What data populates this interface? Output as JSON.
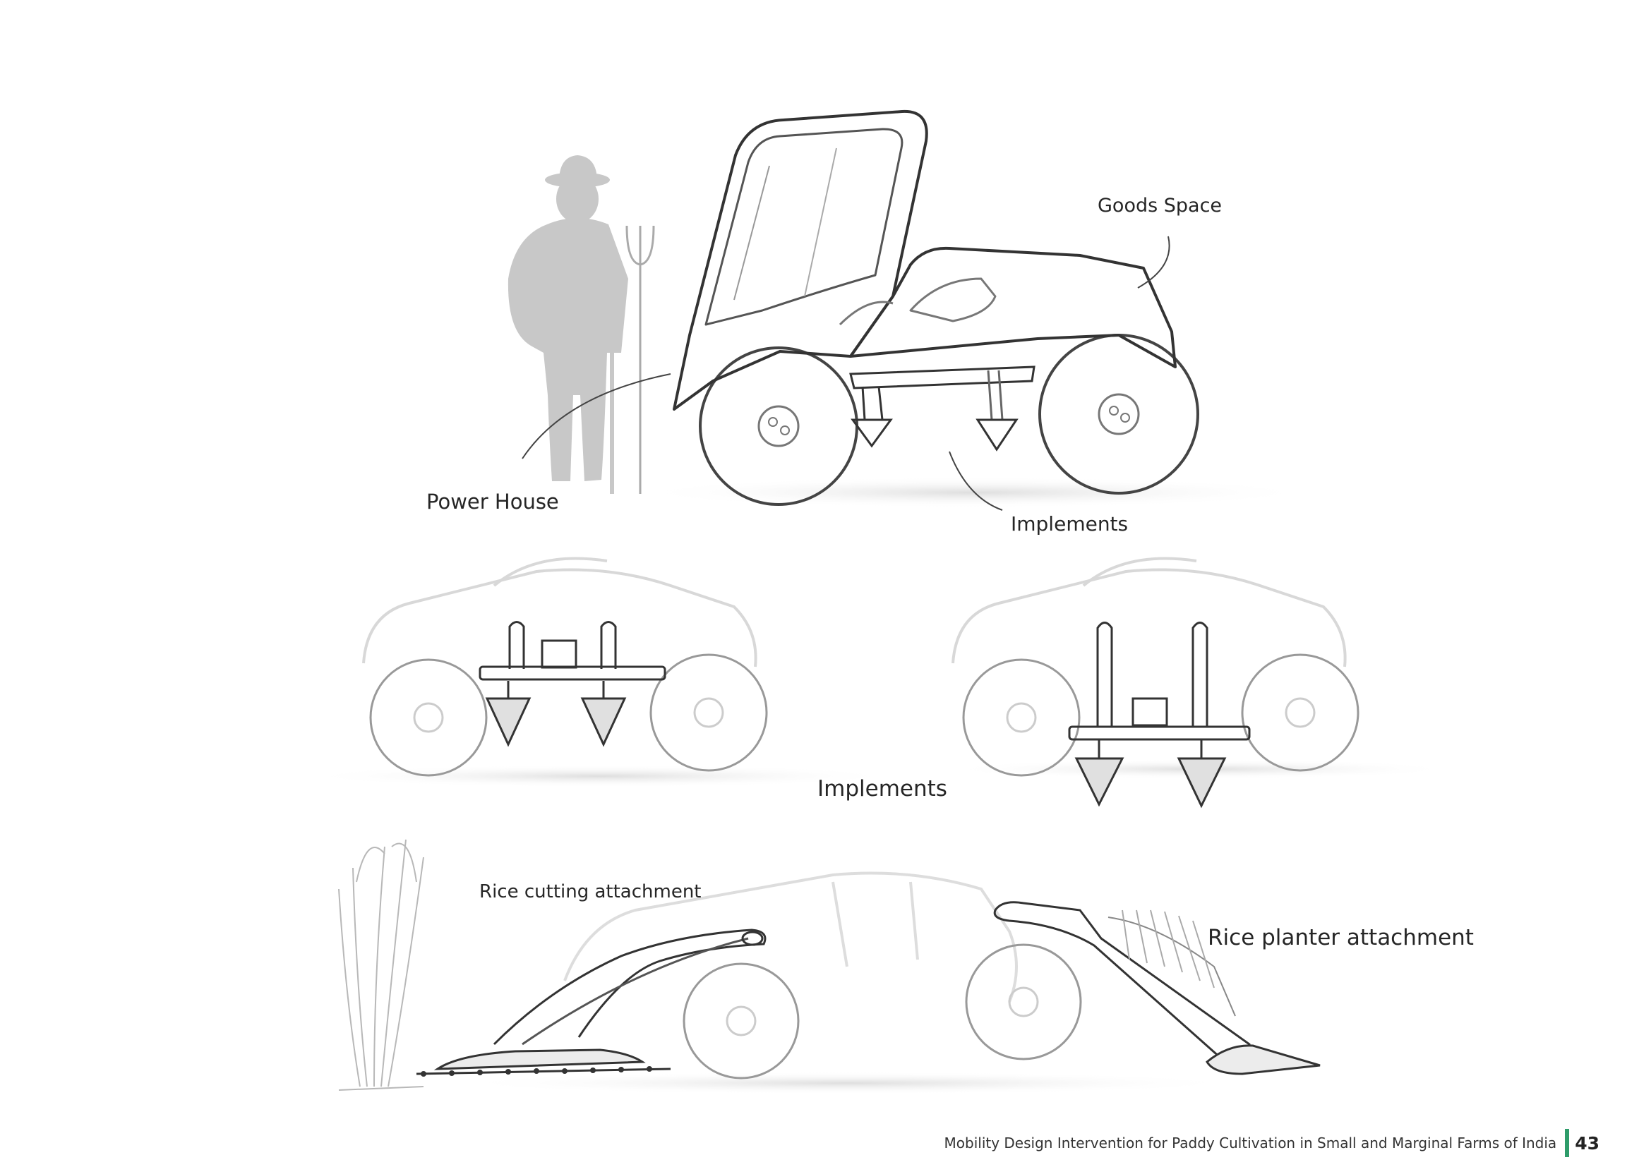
{
  "labels": {
    "goods_space": "Goods Space",
    "power_house": "Power House",
    "implements_top": "Implements",
    "implements_mid": "Implements",
    "rice_cutting": "Rice cutting attachment",
    "rice_planter": "Rice planter attachment"
  },
  "footer": {
    "title": "Mobility Design Intervention for Paddy Cultivation in Small and Marginal Farms of India",
    "page_number": "43",
    "accent_color": "#2e9c6a"
  }
}
